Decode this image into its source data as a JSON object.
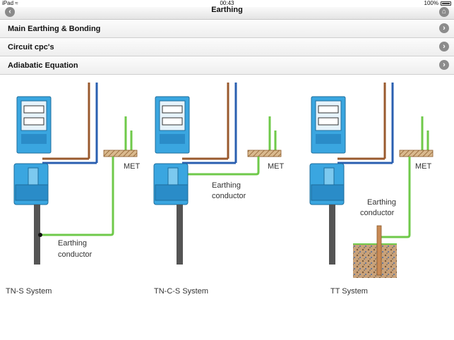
{
  "status_bar": {
    "device": "iPad",
    "time": "00:43",
    "battery": "100%"
  },
  "nav": {
    "title": "Earthing"
  },
  "menu": [
    {
      "label": "Main Earthing & Bonding"
    },
    {
      "label": "Circuit cpc's"
    },
    {
      "label": "Adiabatic Equation"
    }
  ],
  "diagram": {
    "systems": [
      {
        "label": "TN-S System",
        "met": "MET",
        "conductor_line1": "Earthing",
        "conductor_line2": "conductor"
      },
      {
        "label": "TN-C-S System",
        "met": "MET",
        "conductor_line1": "Earthing",
        "conductor_line2": "conductor"
      },
      {
        "label": "TT System",
        "met": "MET",
        "conductor_line1": "Earthing",
        "conductor_line2": "conductor"
      }
    ],
    "colors": {
      "meter": "#3aa6e0",
      "brown": "#9a5a2e",
      "blue": "#2a5fb0",
      "green": "#6fc94a",
      "pole": "#555555"
    }
  }
}
